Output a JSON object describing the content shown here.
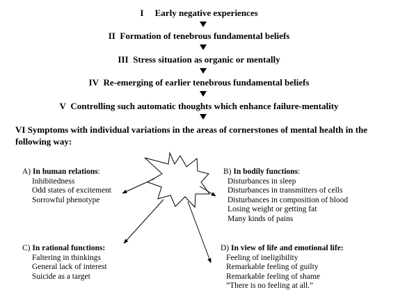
{
  "steps": [
    {
      "numeral": "I",
      "text": "Early negative experiences"
    },
    {
      "numeral": "II",
      "text": "Formation of tenebrous fundamental beliefs"
    },
    {
      "numeral": "III",
      "text": "Stress situation as organic or mentally"
    },
    {
      "numeral": "IV",
      "text": "Re-emerging of earlier tenebrous fundamental beliefs"
    },
    {
      "numeral": "V",
      "text": "Controlling such automatic thoughts which enhance failure-mentality"
    }
  ],
  "step6": {
    "numeral": "VI",
    "text": "Symptoms with individual variations in the areas of cornerstones of mental health in the following way:"
  },
  "blocks": {
    "a": {
      "letter": "A)",
      "title": "In human relations",
      "suffix": ":",
      "items": [
        "Inhibitedness",
        "Odd states of excitement",
        "Sorrowful phenotype"
      ]
    },
    "b": {
      "letter": "B)",
      "title": "In bodily functions",
      "suffix": ":",
      "items": [
        "Disturbances in sleep",
        "Disturbances in transmitters of cells",
        "Disturbances in composition of blood",
        "Losing weight or getting fat",
        "Many kinds of pains"
      ]
    },
    "c": {
      "letter": "C)",
      "title": "In rational functions:",
      "suffix": "",
      "items": [
        "Faltering in thinkings",
        "General lack of interest",
        "Suicide as a target"
      ]
    },
    "d": {
      "letter": "D)",
      "title": "In view of life and emotional life:",
      "suffix": "",
      "items": [
        "Feeling of ineligibility",
        "Remarkable feeling of guilty",
        "Remarkable feeling of shame",
        "”There is no feeling at all.”"
      ]
    }
  }
}
